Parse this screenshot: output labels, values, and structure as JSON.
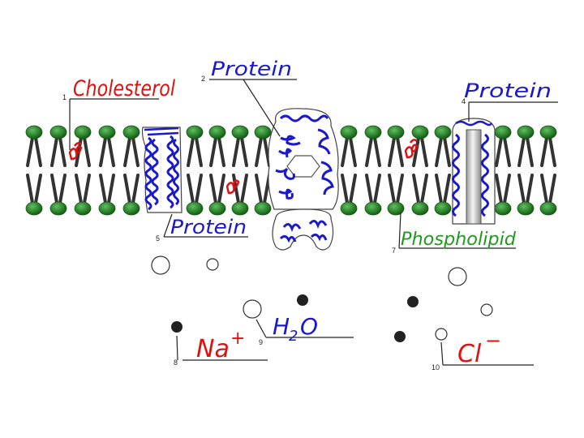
{
  "labels": {
    "l1": {
      "number": "1",
      "text": "Cholesterol"
    },
    "l2": {
      "number": "2",
      "text": "Protein"
    },
    "l4": {
      "number": "4",
      "text": "Protein"
    },
    "l5": {
      "number": "5",
      "text": "Protein"
    },
    "l7": {
      "number": "7",
      "text": "Phospholipid"
    },
    "l8": {
      "number": "8",
      "text": "Na",
      "sup": "+"
    },
    "l9": {
      "number": "9",
      "text": "H",
      "sub": "2",
      "tail": "O"
    },
    "l10": {
      "number": "10",
      "text": "Cl",
      "sup": "−"
    }
  },
  "colors": {
    "head": "#2e8b2e",
    "head_dark": "#145c14",
    "tail": "#333333",
    "protein_ink": "#1a1acc",
    "cholesterol_ink": "#e01010",
    "phospholipid_ink": "#1f9a1f",
    "ink": "#222222"
  }
}
